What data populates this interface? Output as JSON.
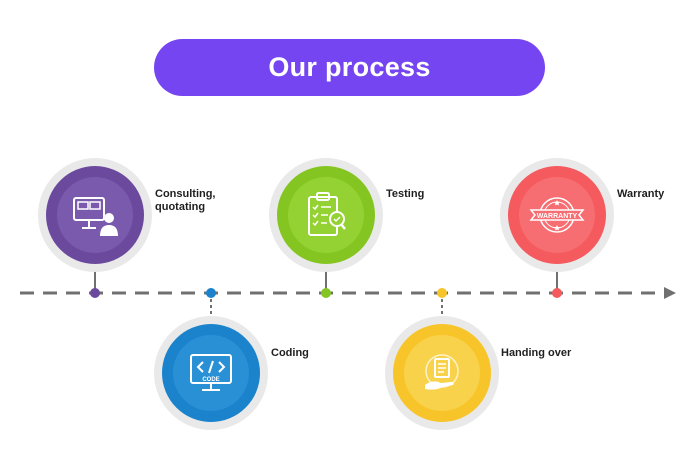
{
  "title": "Our process",
  "steps": [
    {
      "label_lines": [
        "Consulting,",
        "quotating"
      ],
      "color": "#6b4a9e",
      "inner": "#7a5aac",
      "icon": "presentation-user-icon",
      "position": "above"
    },
    {
      "label_lines": [
        "Coding"
      ],
      "color": "#1b82cc",
      "inner": "#2a90d6",
      "icon": "code-monitor-icon",
      "position": "below",
      "icon_text": "CODE"
    },
    {
      "label_lines": [
        "Testing"
      ],
      "color": "#84c521",
      "inner": "#94d233",
      "icon": "checklist-clipboard-icon",
      "position": "above"
    },
    {
      "label_lines": [
        "Handing over"
      ],
      "color": "#f7c52a",
      "inner": "#f9d24b",
      "icon": "hand-document-icon",
      "position": "below"
    },
    {
      "label_lines": [
        "Warranty"
      ],
      "color": "#f45a5e",
      "inner": "#f66e71",
      "icon": "warranty-badge-icon",
      "position": "above",
      "icon_text": "WARRANTY"
    }
  ],
  "colors": {
    "title_bg": "#7445f0",
    "timeline": "#707070"
  }
}
